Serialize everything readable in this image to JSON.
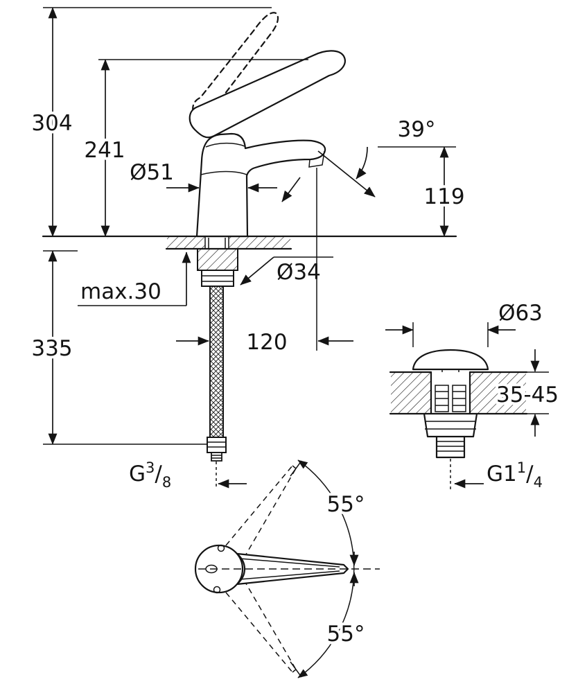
{
  "colors": {
    "line": "#141414",
    "background": "#ffffff"
  },
  "dimensions": {
    "total_height": "304",
    "lever_height": "241",
    "body_diameter": "Ø51",
    "stream_angle": "39°",
    "outlet_height": "119",
    "max_deck_thickness": "max.30",
    "hole_diameter": "Ø34",
    "hose_length": "335",
    "spout_reach": "120",
    "waste_flange_diameter": "Ø63",
    "waste_deck_thickness": "35-45",
    "handle_swing_up": "55°",
    "handle_swing_down": "55°"
  },
  "threads": {
    "hose": {
      "base": "G",
      "numerator": "3",
      "slash": "/",
      "denominator": "8"
    },
    "waste": {
      "base": "G1",
      "numerator": "1",
      "slash": "/",
      "denominator": "4"
    }
  }
}
